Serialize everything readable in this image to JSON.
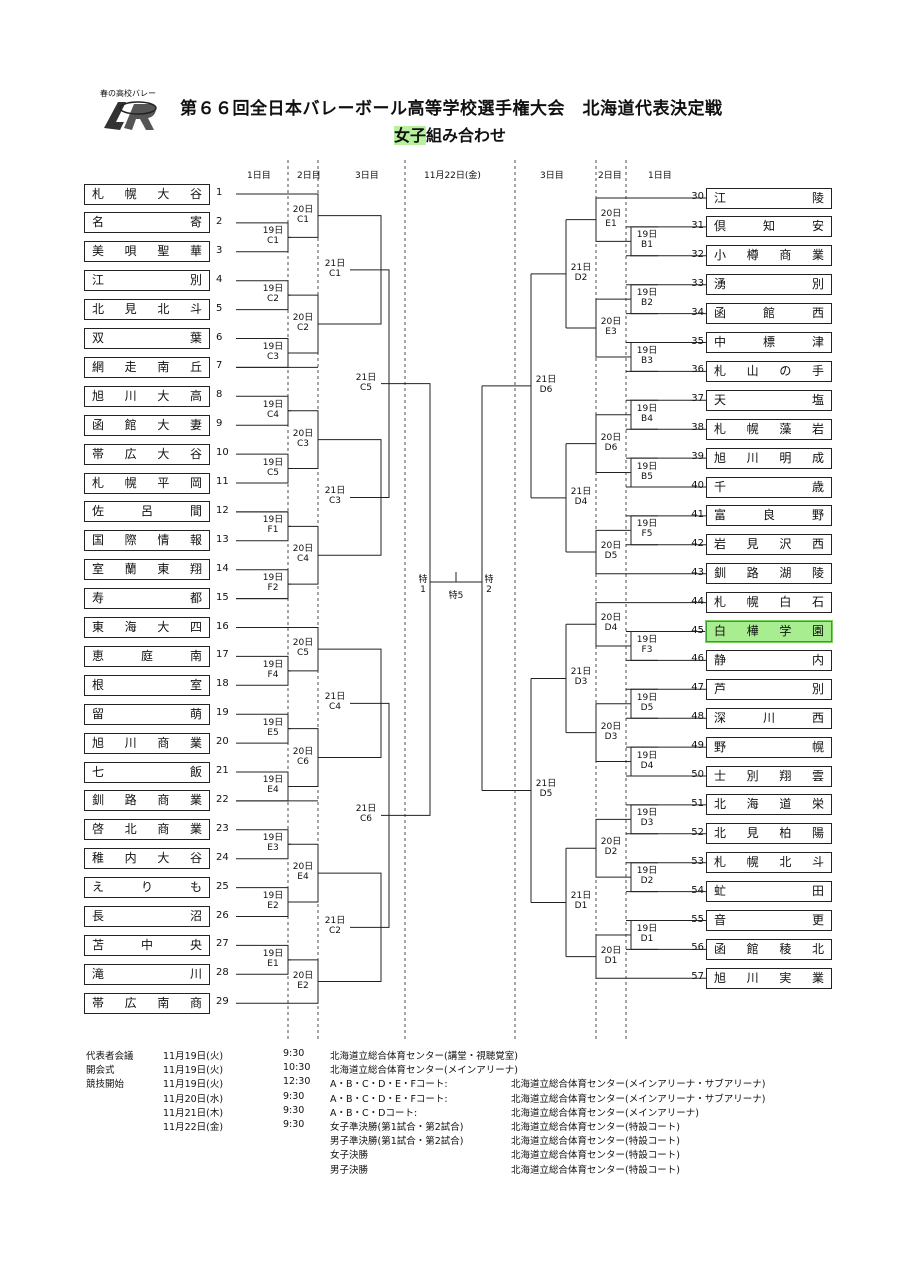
{
  "header": {
    "logo_caption": "春の高校バレー",
    "title": "第６６回全日本バレーボール高等学校選手権大会　北海道代表決定戦",
    "subtitle_highlight": "女子",
    "subtitle_rest": "組み合わせ"
  },
  "column_heads": {
    "day1": "1日目",
    "day2": "2日目",
    "day3": "3日目",
    "final": "11月22日(金)"
  },
  "left_teams": [
    {
      "num": "1",
      "name": "札幌大谷"
    },
    {
      "num": "2",
      "name": "名寄"
    },
    {
      "num": "3",
      "name": "美唄聖華"
    },
    {
      "num": "4",
      "name": "江別"
    },
    {
      "num": "5",
      "name": "北見北斗"
    },
    {
      "num": "6",
      "name": "双葉"
    },
    {
      "num": "7",
      "name": "網走南丘"
    },
    {
      "num": "8",
      "name": "旭川大高"
    },
    {
      "num": "9",
      "name": "函館大妻"
    },
    {
      "num": "10",
      "name": "帯広大谷"
    },
    {
      "num": "11",
      "name": "札幌平岡"
    },
    {
      "num": "12",
      "name": "佐呂間"
    },
    {
      "num": "13",
      "name": "国際情報"
    },
    {
      "num": "14",
      "name": "室蘭東翔"
    },
    {
      "num": "15",
      "name": "寿都"
    },
    {
      "num": "16",
      "name": "東海大四"
    },
    {
      "num": "17",
      "name": "恵庭南"
    },
    {
      "num": "18",
      "name": "根室"
    },
    {
      "num": "19",
      "name": "留萌"
    },
    {
      "num": "20",
      "name": "旭川商業"
    },
    {
      "num": "21",
      "name": "七飯"
    },
    {
      "num": "22",
      "name": "釧路商業"
    },
    {
      "num": "23",
      "name": "啓北商業"
    },
    {
      "num": "24",
      "name": "稚内大谷"
    },
    {
      "num": "25",
      "name": "えりも"
    },
    {
      "num": "26",
      "name": "長沼"
    },
    {
      "num": "27",
      "name": "苫中央"
    },
    {
      "num": "28",
      "name": "滝川"
    },
    {
      "num": "29",
      "name": "帯広南商"
    }
  ],
  "right_teams": [
    {
      "num": "30",
      "name": "江陵"
    },
    {
      "num": "31",
      "name": "倶知安"
    },
    {
      "num": "32",
      "name": "小樽商業"
    },
    {
      "num": "33",
      "name": "湧別"
    },
    {
      "num": "34",
      "name": "函館西"
    },
    {
      "num": "35",
      "name": "中標津"
    },
    {
      "num": "36",
      "name": "札山の手"
    },
    {
      "num": "37",
      "name": "天塩"
    },
    {
      "num": "38",
      "name": "札幌藻岩"
    },
    {
      "num": "39",
      "name": "旭川明成"
    },
    {
      "num": "40",
      "name": "千歳"
    },
    {
      "num": "41",
      "name": "富良野"
    },
    {
      "num": "42",
      "name": "岩見沢西"
    },
    {
      "num": "43",
      "name": "釧路湖陵"
    },
    {
      "num": "44",
      "name": "札幌白石"
    },
    {
      "num": "45",
      "name": "白樺学園",
      "highlight": true
    },
    {
      "num": "46",
      "name": "静内"
    },
    {
      "num": "47",
      "name": "芦別"
    },
    {
      "num": "48",
      "name": "深川西"
    },
    {
      "num": "49",
      "name": "野幌"
    },
    {
      "num": "50",
      "name": "士別翔雲"
    },
    {
      "num": "51",
      "name": "北海道栄"
    },
    {
      "num": "52",
      "name": "北見柏陽"
    },
    {
      "num": "53",
      "name": "札幌北斗"
    },
    {
      "num": "54",
      "name": "虻田"
    },
    {
      "num": "55",
      "name": "音更"
    },
    {
      "num": "56",
      "name": "函館稜北"
    },
    {
      "num": "57",
      "name": "旭川実業"
    }
  ],
  "match_labels": {
    "left_r1": [
      {
        "date": "19日",
        "code": "C1"
      },
      {
        "date": "19日",
        "code": "C2"
      },
      {
        "date": "19日",
        "code": "C3"
      },
      {
        "date": "19日",
        "code": "C4"
      },
      {
        "date": "19日",
        "code": "C5"
      },
      {
        "date": "19日",
        "code": "F1"
      },
      {
        "date": "19日",
        "code": "F2"
      },
      {
        "date": "19日",
        "code": "F4"
      },
      {
        "date": "19日",
        "code": "E5"
      },
      {
        "date": "19日",
        "code": "E4"
      },
      {
        "date": "19日",
        "code": "E3"
      },
      {
        "date": "19日",
        "code": "E2"
      },
      {
        "date": "19日",
        "code": "E1"
      }
    ],
    "left_r2": [
      {
        "date": "20日",
        "code": "C1"
      },
      {
        "date": "20日",
        "code": "C2"
      },
      {
        "date": "20日",
        "code": "C3"
      },
      {
        "date": "20日",
        "code": "C4"
      },
      {
        "date": "20日",
        "code": "C5"
      },
      {
        "date": "20日",
        "code": "C6"
      },
      {
        "date": "20日",
        "code": "E4"
      },
      {
        "date": "20日",
        "code": "E2"
      }
    ],
    "left_r3": [
      {
        "date": "21日",
        "code": "C1"
      },
      {
        "date": "21日",
        "code": "C3"
      },
      {
        "date": "21日",
        "code": "C4"
      },
      {
        "date": "21日",
        "code": "C2"
      }
    ],
    "left_r4": [
      {
        "date": "21日",
        "code": "C5"
      },
      {
        "date": "21日",
        "code": "C6"
      }
    ],
    "right_r1": [
      {
        "date": "19日",
        "code": "B1"
      },
      {
        "date": "19日",
        "code": "B2"
      },
      {
        "date": "19日",
        "code": "B3"
      },
      {
        "date": "19日",
        "code": "B4"
      },
      {
        "date": "19日",
        "code": "B5"
      },
      {
        "date": "19日",
        "code": "F5"
      },
      {
        "date": "19日",
        "code": "F3"
      },
      {
        "date": "19日",
        "code": "D5"
      },
      {
        "date": "19日",
        "code": "D4"
      },
      {
        "date": "19日",
        "code": "D3"
      },
      {
        "date": "19日",
        "code": "D2"
      },
      {
        "date": "19日",
        "code": "D1"
      }
    ],
    "right_r2": [
      {
        "date": "20日",
        "code": "E1"
      },
      {
        "date": "20日",
        "code": "E3"
      },
      {
        "date": "20日",
        "code": "D6"
      },
      {
        "date": "20日",
        "code": "D5"
      },
      {
        "date": "20日",
        "code": "D4"
      },
      {
        "date": "20日",
        "code": "D3"
      },
      {
        "date": "20日",
        "code": "D2"
      },
      {
        "date": "20日",
        "code": "D1"
      }
    ],
    "right_r3": [
      {
        "date": "21日",
        "code": "D2"
      },
      {
        "date": "21日",
        "code": "D4"
      },
      {
        "date": "21日",
        "code": "D3"
      },
      {
        "date": "21日",
        "code": "D1"
      }
    ],
    "right_r4": [
      {
        "date": "21日",
        "code": "D6"
      },
      {
        "date": "21日",
        "code": "D5"
      }
    ],
    "semi_left": "特\n1",
    "semi_right": "特\n2",
    "final": "特5"
  },
  "schedule": {
    "rows": [
      {
        "label": "代表者会議",
        "date": "11月19日(火)",
        "time": "9:30",
        "desc": "北海道立総合体育センター(講堂・視聴覚室)",
        "venue": ""
      },
      {
        "label": "開会式",
        "date": "11月19日(火)",
        "time": "10:30",
        "desc": "北海道立総合体育センター(メインアリーナ)",
        "venue": ""
      },
      {
        "label": "競技開始",
        "date": "11月19日(火)",
        "time": "12:30",
        "desc": "A・B・C・D・E・Fコート:",
        "venue": "北海道立総合体育センター(メインアリーナ・サブアリーナ)"
      },
      {
        "label": "",
        "date": "11月20日(水)",
        "time": "9:30",
        "desc": "A・B・C・D・E・Fコート:",
        "venue": "北海道立総合体育センター(メインアリーナ・サブアリーナ)"
      },
      {
        "label": "",
        "date": "11月21日(木)",
        "time": "9:30",
        "desc": "A・B・C・Dコート:",
        "venue": "北海道立総合体育センター(メインアリーナ)"
      },
      {
        "label": "",
        "date": "11月22日(金)",
        "time": "9:30",
        "desc": "女子準決勝(第1試合・第2試合)",
        "venue": "北海道立総合体育センター(特設コート)"
      },
      {
        "label": "",
        "date": "",
        "time": "",
        "desc": "男子準決勝(第1試合・第2試合)",
        "venue": "北海道立総合体育センター(特設コート)"
      },
      {
        "label": "",
        "date": "",
        "time": "",
        "desc": "女子決勝",
        "venue": "北海道立総合体育センター(特設コート)"
      },
      {
        "label": "",
        "date": "",
        "time": "",
        "desc": "男子決勝",
        "venue": "北海道立総合体育センター(特設コート)"
      }
    ]
  },
  "colors": {
    "highlight": "#a8ee90",
    "line": "#222222"
  }
}
